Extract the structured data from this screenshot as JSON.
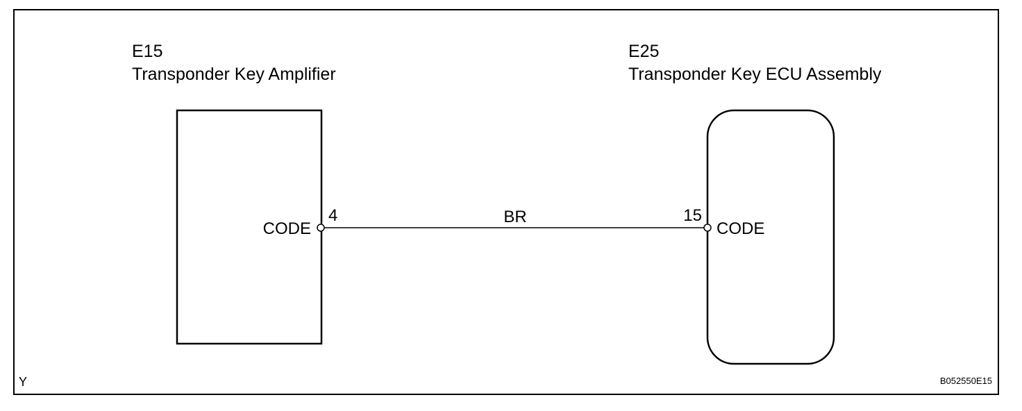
{
  "components": {
    "left": {
      "ref": "E15",
      "name": "Transponder Key Amplifier",
      "terminal_label": "CODE",
      "pin": "4"
    },
    "right": {
      "ref": "E25",
      "name": "Transponder Key ECU Assembly",
      "terminal_label": "CODE",
      "pin": "15"
    }
  },
  "wire": {
    "color_code": "BR"
  },
  "footer": {
    "corner_letter": "Y",
    "figure_id": "B052550E15"
  }
}
